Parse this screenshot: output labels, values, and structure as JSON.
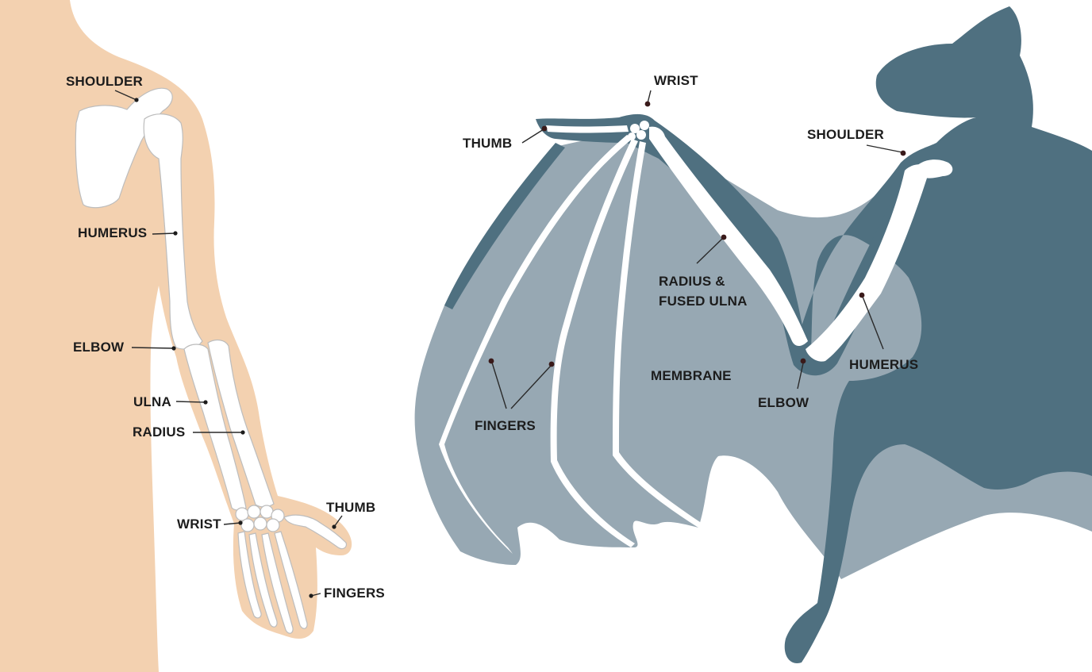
{
  "colors": {
    "human_skin": "#f3d1b0",
    "bat_body": "#4f7080",
    "bat_membrane": "#97a8b3",
    "bone": "#ffffff",
    "label_text": "#1c1c1c",
    "marker_dot": "#3a1a1a"
  },
  "human_arm": {
    "labels": {
      "shoulder": "SHOULDER",
      "humerus": "HUMERUS",
      "elbow": "ELBOW",
      "ulna": "ULNA",
      "radius": "RADIUS",
      "wrist": "WRIST",
      "thumb": "THUMB",
      "fingers": "FINGERS"
    }
  },
  "bat_wing": {
    "labels": {
      "wrist": "WRIST",
      "thumb": "THUMB",
      "shoulder": "SHOULDER",
      "radius_line1": "RADIUS &",
      "radius_line2": "FUSED ULNA",
      "humerus": "HUMERUS",
      "membrane": "MEMBRANE",
      "elbow": "ELBOW",
      "fingers": "FINGERS"
    }
  }
}
